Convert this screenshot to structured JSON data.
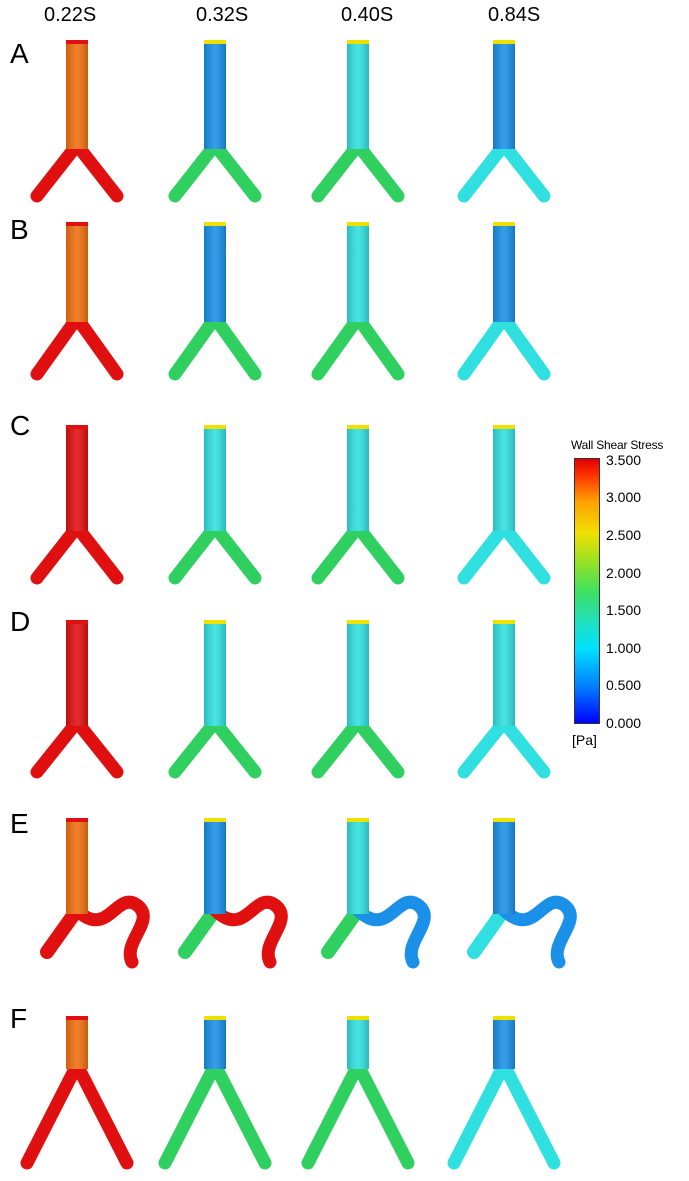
{
  "columns": [
    "0.22S",
    "0.32S",
    "0.40S",
    "0.84S"
  ],
  "rows": [
    "A",
    "B",
    "C",
    "D",
    "E",
    "F"
  ],
  "legend": {
    "title": "Wall Shear Stress",
    "ticks": [
      "3.500",
      "3.000",
      "2.500",
      "2.000",
      "1.500",
      "1.000",
      "0.500",
      "0.000"
    ],
    "unit": "[Pa]"
  },
  "colors": {
    "red": "#e01010",
    "orange": "#f07010",
    "cyan": "#30e0e0",
    "blue": "#1a90e8",
    "green": "#30d060"
  }
}
